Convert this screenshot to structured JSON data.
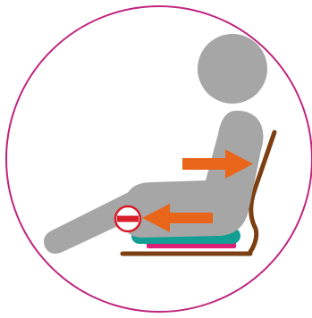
{
  "illustration": {
    "subject": "seated-person-reclining-on-chair",
    "icons": [
      "frame-circle",
      "person-figure",
      "chair",
      "seat-cushion",
      "push-back-arrow",
      "slide-forward-arrow",
      "no-entry-icon"
    ]
  },
  "colors": {
    "background": "#ffffff",
    "frame": "#c0247e",
    "figure": "#a6a6a6",
    "chair": "#7b3f12",
    "cushion": "#129e93",
    "cushion_base": "#de1f78",
    "arrow": "#e8651a",
    "no_entry_fill": "#ffffff",
    "no_entry_ring": "#d91e2a"
  }
}
